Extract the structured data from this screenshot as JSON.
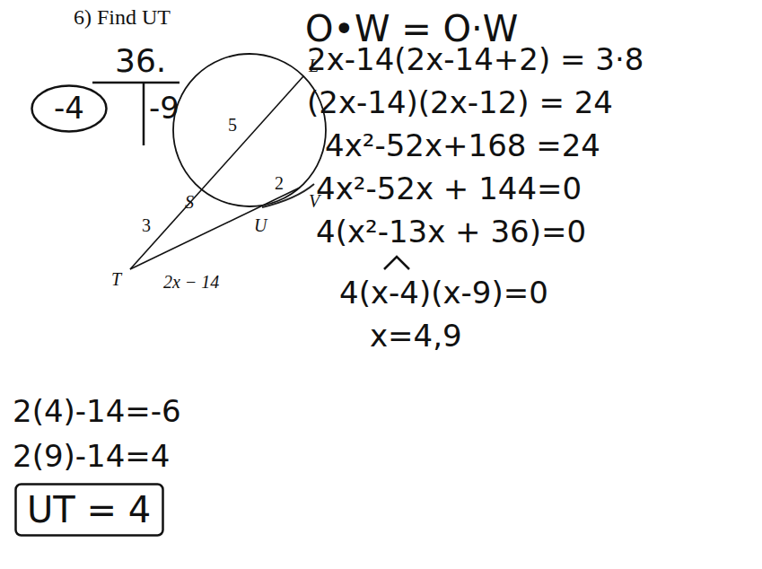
{
  "diagram": {
    "nodes": [
      {
        "text": [
          "-4"
        ]
      },
      {
        "text": [
          "UT = 4"
        ]
      }
    ],
    "labels": [
      "6) Find UT",
      "O•W = O·W",
      "36.",
      "-9",
      "L",
      "5",
      "S",
      "2",
      "V",
      "3",
      "U",
      "T",
      "2x − 14",
      "2x-14(2x-14+2) = 3·8",
      "(2x-14)(2x-12) = 24",
      "4x²-52x+168 =24",
      "4x²-52x + 144=0",
      "4(x²-13x + 36)=0",
      "4(x-4)(x-9)=0",
      "x=4,9",
      "2(4)-14=-6",
      "2(9)-14=4"
    ]
  }
}
